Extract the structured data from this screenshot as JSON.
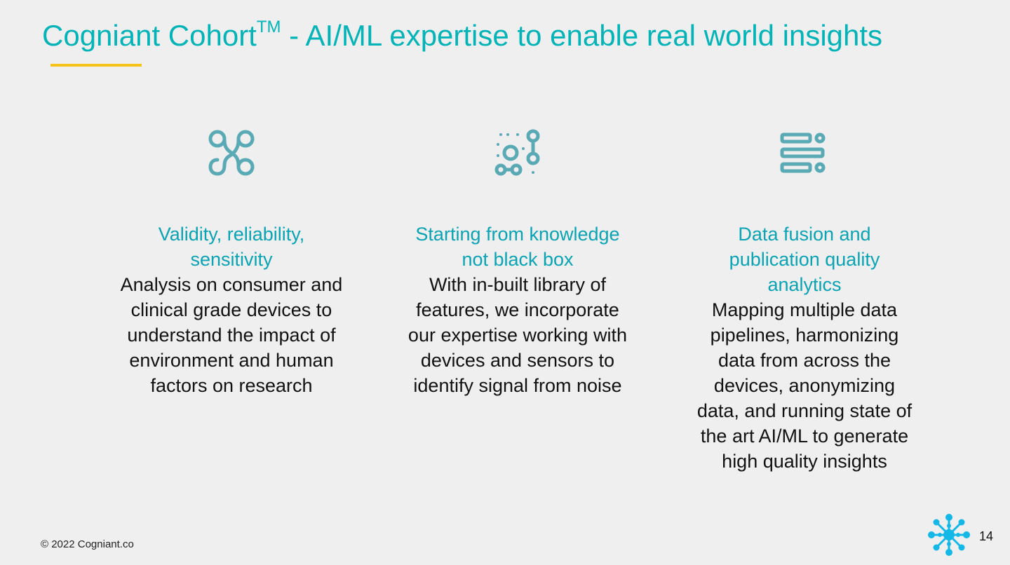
{
  "slide": {
    "title_main": "Cogniant Cohort",
    "title_sup": "TM",
    "title_rest": " - AI/ML expertise to enable real world insights",
    "footer": "© 2022 Cogniant.co",
    "page_number": "14",
    "colors": {
      "title": "#00b3b7",
      "accent_underline": "#f5c21a",
      "heading": "#0aa3b3",
      "icon": "#5aaab6",
      "logo": "#14b8e6"
    }
  },
  "columns": [
    {
      "icon": "command-key-icon",
      "heading": "Validity, reliability, sensitivity",
      "body": "Analysis on consumer and clinical grade devices to understand the impact of environment and human factors on research"
    },
    {
      "icon": "network-nodes-icon",
      "heading": "Starting from knowledge not black box",
      "body": "With in-built library of features, we incorporate our expertise working with devices and sensors to identify signal from noise"
    },
    {
      "icon": "data-list-icon",
      "heading": "Data fusion and publication quality analytics",
      "body": "Mapping multiple data pipelines, harmonizing data from across the devices, anonymizing data, and running state of the art AI/ML to generate high quality insights"
    }
  ]
}
